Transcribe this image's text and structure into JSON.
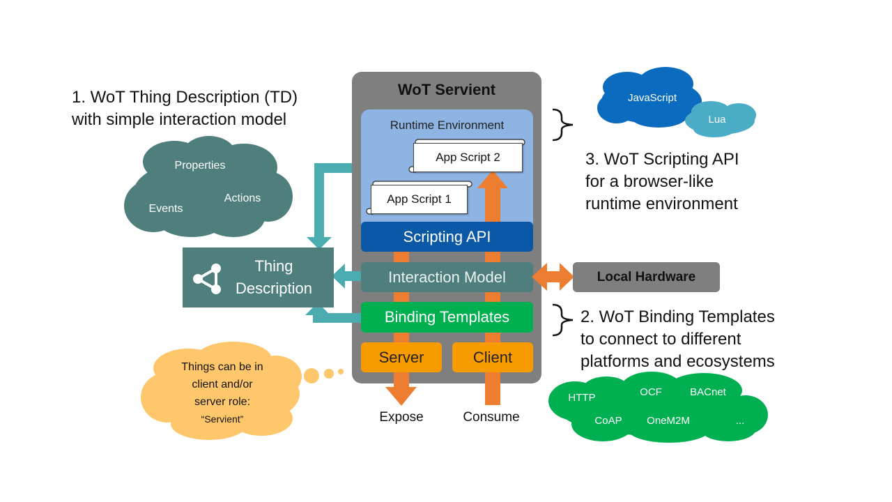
{
  "servient": {
    "title": "WoT Servient",
    "runtime_label": "Runtime Environment"
  },
  "scripts": {
    "script2": "App Script 2",
    "script1": "App Script 1"
  },
  "layers": {
    "scripting_api": "Scripting API",
    "interaction_model": "Interaction Model",
    "binding_templates": "Binding Templates",
    "server": "Server",
    "client": "Client"
  },
  "thing_description": {
    "line1": "Thing",
    "line2": "Description"
  },
  "local_hardware": "Local Hardware",
  "td_label": {
    "title": "1. WoT Thing Description (TD)",
    "subtitle": "with simple interaction model"
  },
  "scripting_label": {
    "title": "3. WoT Scripting API",
    "line1": "for a browser-like",
    "line2": "runtime environment"
  },
  "binding_label": {
    "title": "2. WoT Binding Templates",
    "line1": "to connect to different",
    "line2": "platforms and ecosystems"
  },
  "td_cloud": {
    "properties": "Properties",
    "actions": "Actions",
    "events": "Events"
  },
  "script_cloud": {
    "javascript": "JavaScript",
    "lua": "Lua"
  },
  "protocol_cloud": {
    "http": "HTTP",
    "ocf": "OCF",
    "bacnet": "BACnet",
    "coap": "CoAP",
    "onem2m": "OneM2M",
    "more": "..."
  },
  "flows": {
    "expose": "Expose",
    "consume": "Consume"
  },
  "note": {
    "line1": "Things can be in",
    "line2": "client and/or",
    "line3": "server role:",
    "line4": "“Servient”"
  },
  "colors": {
    "teal": "#4f7f7c",
    "arrow_teal": "#4bacb0",
    "blue": "#0b59a6",
    "green": "#00b050",
    "orange_box": "#f79b00",
    "orange_arrow": "#ed7d31",
    "light_blue": "#8db4e2",
    "note_yellow": "#ffc76b",
    "js_blue": "#0b6cbf",
    "lua_blue": "#4bacc6",
    "gray": "#7f7f7f"
  }
}
